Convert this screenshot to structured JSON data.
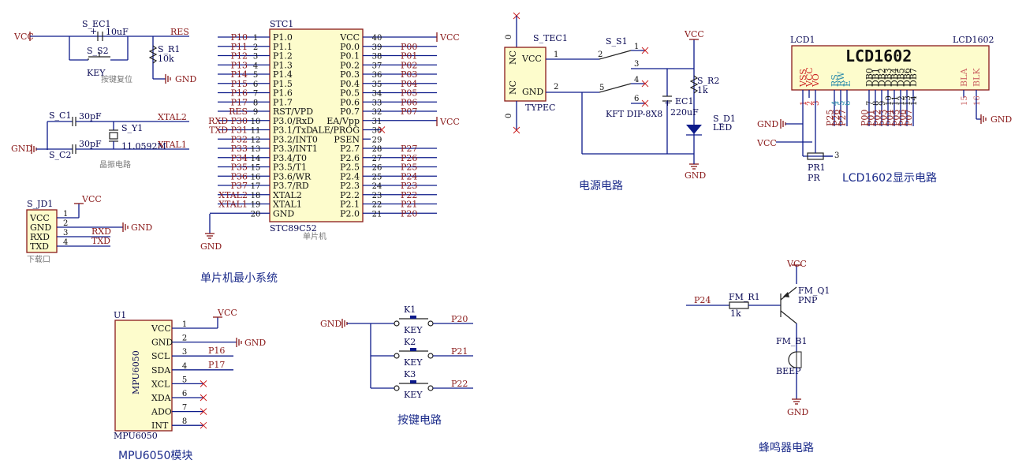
{
  "colors": {
    "wire": "#0c1a8a",
    "body": "#8a1a1a",
    "chip_fill": "#fdfccc",
    "net": "#8a1a1a",
    "title": "#1a2a8a"
  },
  "titles": {
    "mcu": "单片机最小系统",
    "power": "电源电路",
    "lcd": "LCD1602显示电路",
    "mpu": "MPU6050模块",
    "keys": "按键电路",
    "buzzer": "蜂鸣器电路"
  },
  "mcu": {
    "ref": "STC1",
    "part": "STC89C52",
    "note": "单片机",
    "left_pins": [
      {
        "num": "1",
        "name": "P1.0",
        "net": "P10"
      },
      {
        "num": "2",
        "name": "P1.1",
        "net": "P11"
      },
      {
        "num": "3",
        "name": "P1.2",
        "net": "P12"
      },
      {
        "num": "4",
        "name": "P1.3",
        "net": "P13"
      },
      {
        "num": "5",
        "name": "P1.4",
        "net": "P14"
      },
      {
        "num": "6",
        "name": "P1.5",
        "net": "P15"
      },
      {
        "num": "7",
        "name": "P1.6",
        "net": "P16"
      },
      {
        "num": "8",
        "name": "P1.7",
        "net": "P17"
      },
      {
        "num": "9",
        "name": "RST/VPD",
        "net": "RES"
      },
      {
        "num": "10",
        "name": "P3.0/RxD",
        "net": "RXD P30"
      },
      {
        "num": "11",
        "name": "P3.1/TxD",
        "net": "TXD P31"
      },
      {
        "num": "12",
        "name": "P3.2/INT0",
        "net": "P32"
      },
      {
        "num": "13",
        "name": "P3.3/INT1",
        "net": "P33"
      },
      {
        "num": "14",
        "name": "P3.4/T0",
        "net": "P34"
      },
      {
        "num": "15",
        "name": "P3.5/T1",
        "net": "P35"
      },
      {
        "num": "16",
        "name": "P3.6/WR",
        "net": "P36"
      },
      {
        "num": "17",
        "name": "P3.7/RD",
        "net": "P37"
      },
      {
        "num": "18",
        "name": "XTAL2",
        "net": "XTAL2"
      },
      {
        "num": "19",
        "name": "XTAL1",
        "net": "XTAL1"
      },
      {
        "num": "20",
        "name": "GND",
        "net": ""
      }
    ],
    "right_pins": [
      {
        "num": "40",
        "name": "VCC",
        "net": ""
      },
      {
        "num": "39",
        "name": "P0.0",
        "net": "P00"
      },
      {
        "num": "38",
        "name": "P0.1",
        "net": "P01"
      },
      {
        "num": "37",
        "name": "P0.2",
        "net": "P02"
      },
      {
        "num": "36",
        "name": "P0.3",
        "net": "P03"
      },
      {
        "num": "35",
        "name": "P0.4",
        "net": "P04"
      },
      {
        "num": "34",
        "name": "P0.5",
        "net": "P05"
      },
      {
        "num": "33",
        "name": "P0.6",
        "net": "P06"
      },
      {
        "num": "32",
        "name": "P0.7",
        "net": "P07"
      },
      {
        "num": "31",
        "name": "EA/Vpp",
        "net": ""
      },
      {
        "num": "30",
        "name": "ALE/PROG",
        "net": ""
      },
      {
        "num": "29",
        "name": "PSEN",
        "net": ""
      },
      {
        "num": "28",
        "name": "P2.7",
        "net": "P27"
      },
      {
        "num": "27",
        "name": "P2.6",
        "net": "P26"
      },
      {
        "num": "26",
        "name": "P2.5",
        "net": "P25"
      },
      {
        "num": "25",
        "name": "P2.4",
        "net": "P24"
      },
      {
        "num": "24",
        "name": "P2.3",
        "net": "P23"
      },
      {
        "num": "23",
        "name": "P2.2",
        "net": "P22"
      },
      {
        "num": "22",
        "name": "P2.1",
        "net": "P21"
      },
      {
        "num": "21",
        "name": "P2.0",
        "net": "P20"
      }
    ],
    "gnd": "GND",
    "vcc": "VCC"
  },
  "reset": {
    "cap_ref": "S_EC1",
    "cap_val": "10uF",
    "sw_ref": "S_S2",
    "sw_val": "KEY",
    "res_ref": "S_R1",
    "res_val": "10k",
    "net": "RES",
    "vcc": "VCC",
    "gnd": "GND",
    "note": "按键复位",
    "plus": "+"
  },
  "crystal": {
    "c1_ref": "S_C1",
    "c1_val": "30pF",
    "c2_ref": "S_C2",
    "c2_val": "30pF",
    "y_ref": "S_Y1",
    "y_val": "11.0592M",
    "net1": "XTAL2",
    "net2": "XTAL1",
    "gnd": "GND",
    "note": "晶振电路"
  },
  "download": {
    "ref": "S_JD1",
    "pins": [
      "VCC",
      "GND",
      "RXD",
      "TXD"
    ],
    "nums": [
      "1",
      "2",
      "3",
      "4"
    ],
    "vcc": "VCC",
    "gnd": "GND",
    "rxd": "RXD",
    "txd": "TXD",
    "note": "下载口"
  },
  "power": {
    "usb_ref": "S_TEC1",
    "usb_part": "TYPEC",
    "nc": "NC",
    "vcc": "VCC",
    "gnd": "GND",
    "pin1": "1",
    "pin2": "2",
    "sw_ref": "S_S1",
    "sw_part": "KFT DIP-8X8",
    "sw_pins": [
      "1",
      "2",
      "3",
      "4",
      "5",
      "6"
    ],
    "cap_ref": "EC1",
    "cap_val": "220uF",
    "plus": "+",
    "res_ref": "S_R2",
    "res_val": "1k",
    "led_ref": "S_D1",
    "led_val": "LED",
    "zero": "0"
  },
  "lcd": {
    "ref": "LCD1",
    "part": "LCD1602",
    "title": "LCD1602",
    "pins": [
      "VSS",
      "VCC",
      "VO",
      "RS",
      "RW",
      "E",
      "DB0",
      "DB1",
      "DB2",
      "DB3",
      "DB4",
      "DB5",
      "DB6",
      "DB7",
      "BLA",
      "BLK"
    ],
    "nums": [
      "1",
      "2",
      "3",
      "4",
      "5",
      "6",
      "7",
      "8",
      "9",
      "10",
      "11",
      "12",
      "13",
      "14",
      "15",
      "16"
    ],
    "nets": [
      "P25",
      "P26",
      "P27",
      "P00",
      "P01",
      "P02",
      "P03",
      "P04",
      "P05",
      "P06",
      "P07"
    ],
    "gnd": "GND",
    "vcc": "VCC",
    "pot_ref": "PR1",
    "pot_val": "PR",
    "pot_pin": "3"
  },
  "mpu": {
    "ref": "U1",
    "part": "MPU6050",
    "body": "MPU6050",
    "pins": [
      {
        "num": "1",
        "name": "VCC"
      },
      {
        "num": "2",
        "name": "GND"
      },
      {
        "num": "3",
        "name": "SCL"
      },
      {
        "num": "4",
        "name": "SDA"
      },
      {
        "num": "5",
        "name": "XCL"
      },
      {
        "num": "6",
        "name": "XDA"
      },
      {
        "num": "7",
        "name": "ADO"
      },
      {
        "num": "8",
        "name": "INT"
      }
    ],
    "vcc": "VCC",
    "gnd": "GND",
    "scl_net": "P16",
    "sda_net": "P17"
  },
  "keys": {
    "gnd": "GND",
    "items": [
      {
        "ref": "K1",
        "val": "KEY",
        "net": "P20"
      },
      {
        "ref": "K2",
        "val": "KEY",
        "net": "P21"
      },
      {
        "ref": "K3",
        "val": "KEY",
        "net": "P22"
      }
    ]
  },
  "buzzer": {
    "vcc": "VCC",
    "gnd": "GND",
    "net": "P24",
    "r_ref": "FM_R1",
    "r_val": "1k",
    "q_ref": "FM_Q1",
    "q_val": "PNP",
    "b_ref": "FM_B1",
    "b_val": "BEEP"
  }
}
